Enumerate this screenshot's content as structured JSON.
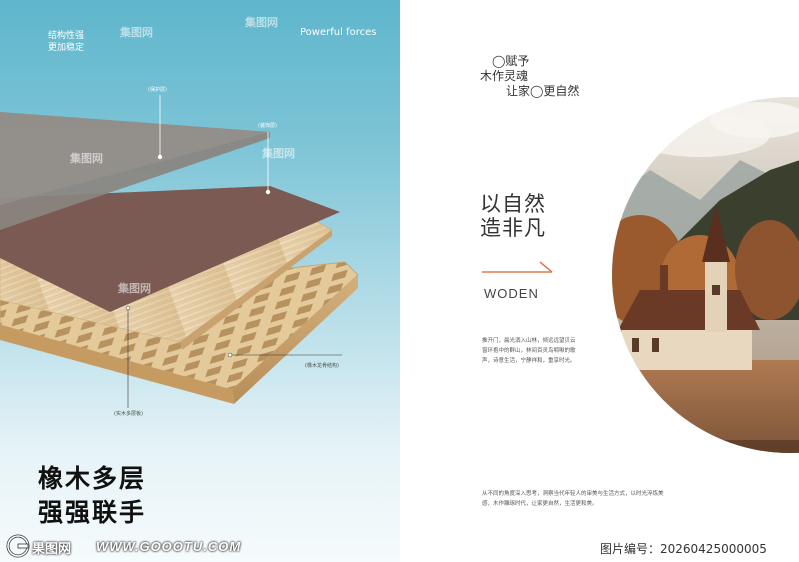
{
  "left": {
    "tagline_line1": "结构性强",
    "tagline_line2": "更加稳定",
    "english_tag": "Powerful forces",
    "label_protect": "(保护层)",
    "label_decor": "(装饰层)",
    "label_keel": "(橡木龙骨结构)",
    "label_solid": "(实木多层板)",
    "headline_line1": "橡木多层",
    "headline_line2": "强强联手",
    "watermark": "集图网"
  },
  "right": {
    "poem_line1": "◯赋予",
    "poem_line2": "木作灵魂",
    "poem_line3": "让家◯更自然",
    "title_line1": "以自然",
    "title_line2": "造非凡",
    "wooden": "WODEN",
    "paragraph1": "推开门，晨光洒入山林，倾远远望贝云窗环抱中的群山，林间百灵鸟啁啾的歌声，诗意生活，宁静祥和，重享时光。",
    "paragraph2": "从不同的角度深入思考，洞察当代年轻人的审美与生活方式，以时光淬炼美感，木作雕琢时代，让家更自然，生活更和美。"
  },
  "footer": {
    "image_code": "图片编号：20260425000005",
    "logo": "果图网",
    "site": "WWW.GOOOTU.COM"
  },
  "colors": {
    "teal": "#5fb6cc",
    "brown_layer": "#7a5a52",
    "grey_layer": "#8a8480",
    "wood": "#e2c9a0",
    "arrow": "#e07a4a"
  }
}
